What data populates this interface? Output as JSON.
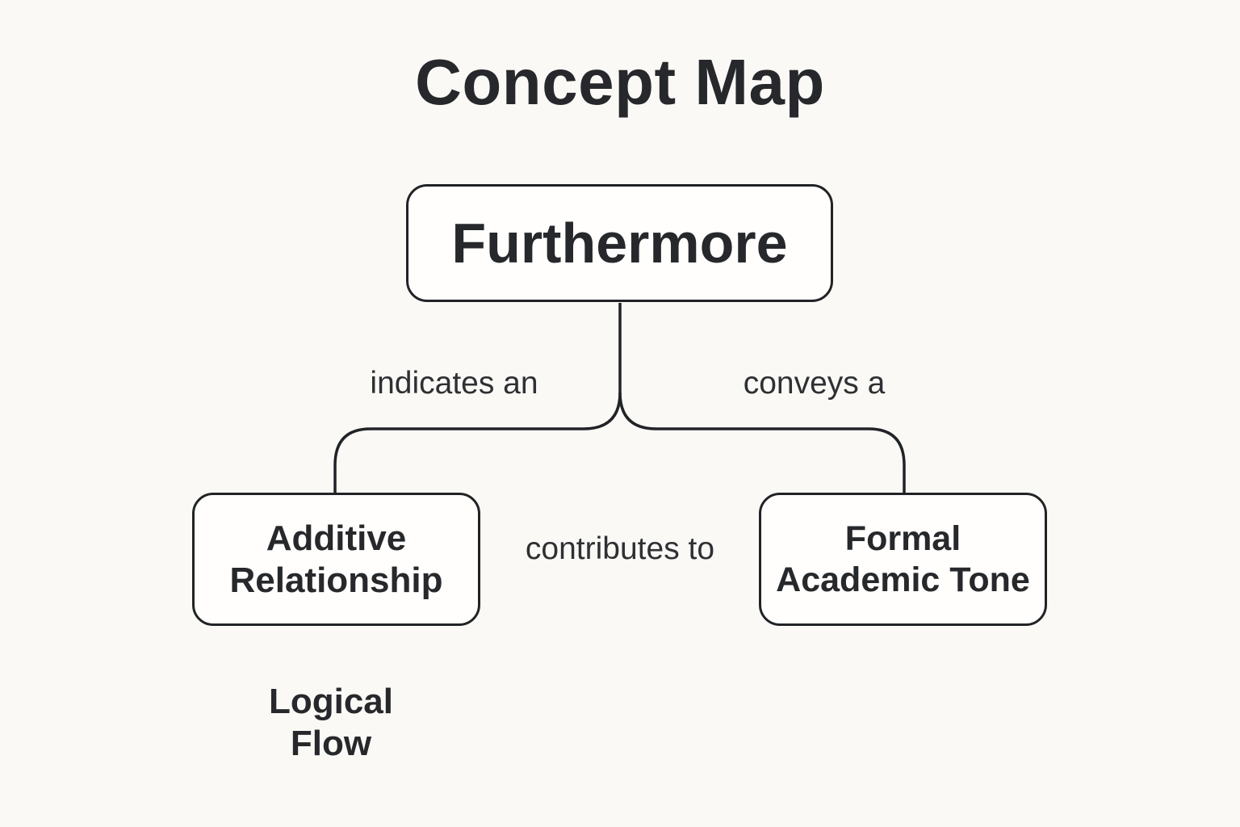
{
  "title": "Concept Map",
  "nodes": {
    "root": {
      "label": "Furthermore"
    },
    "left": {
      "label": "Additive\nRelationship"
    },
    "right": {
      "label": "Formal\nAcademic Tone"
    }
  },
  "edge_labels": {
    "left": "indicates an",
    "right": "conveys a",
    "middle": "contributes to"
  },
  "floating_label": "Logical\nFlow",
  "colors": {
    "background": "#faf9f6",
    "node_fill": "#fffefc",
    "stroke": "#212326",
    "text": "#26282b"
  }
}
